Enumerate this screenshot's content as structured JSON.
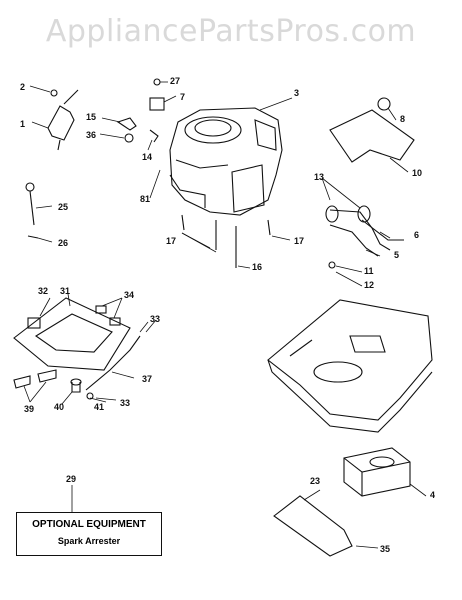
{
  "watermark": "AppliancePartsPros.com",
  "callouts": {
    "c1": "1",
    "c2": "2",
    "c3": "3",
    "c4": "4",
    "c5": "5",
    "c6": "6",
    "c7": "7",
    "c8": "8",
    "c10": "10",
    "c11": "11",
    "c12": "12",
    "c13": "13",
    "c14": "14",
    "c15": "15",
    "c16": "16",
    "c17a": "17",
    "c17b": "17",
    "c23": "23",
    "c25": "25",
    "c26": "26",
    "c27": "27",
    "c29": "29",
    "c31": "31",
    "c32": "32",
    "c33a": "33",
    "c33b": "33",
    "c34": "34",
    "c35": "35",
    "c36": "36",
    "c37": "37",
    "c39": "39",
    "c40": "40",
    "c41": "41",
    "c81": "81"
  },
  "optional_box": {
    "title": "OPTIONAL EQUIPMENT",
    "subtitle": "Spark Arrester"
  }
}
